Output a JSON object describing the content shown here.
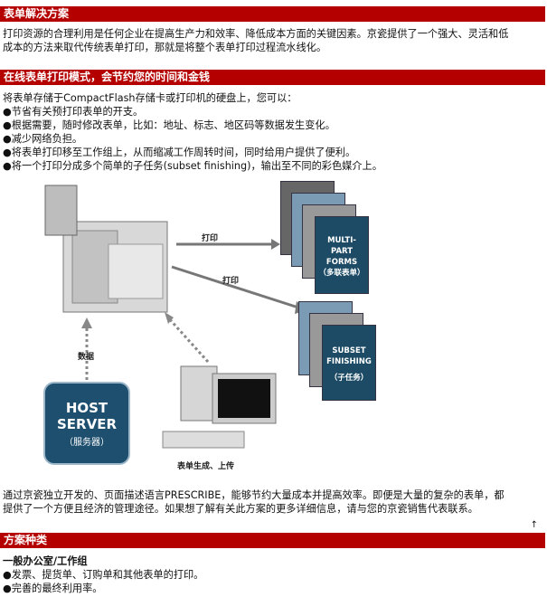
{
  "sections": {
    "s1_title": "表单解决方案",
    "s1_text": [
      "打印资源的合理利用是任何企业在提高生产力和效率、降低成本方面的关键因素。京瓷提供了一个强大、灵活和低",
      "成本的方法来取代传统表单打印，那就是将整个表单打印过程流水线化。"
    ],
    "s2_title": "在线表单打印模式，会节约您的时间和金钱",
    "s2_text": [
      "将表单存储于CompactFlash存储卡或打印机的硬盘上，您可以：",
      "●节省有关预打印表单的开支。",
      "●根据需要，随时修改表单，比如：地址、标志、地区码等数据发生变化。",
      "●减少网络负担。",
      "●将表单打印移至工作组上，从而缩减工作周转时间，同时给用户提供了便利。",
      "●将一个打印分成多个简单的子任务(subset finishing)，输出至不同的彩色媒介上。"
    ],
    "diagram": {
      "print1": "打印",
      "print2": "打印",
      "data": "数据",
      "host1": "HOST",
      "host2": "SERVER",
      "host3": "（服务器）",
      "pc_label": "表单生成、上传",
      "multi1": "MULTI-",
      "multi2": "PART",
      "multi3": "FORMS",
      "multi4": "（多联表单）",
      "subset1": "SUBSET",
      "subset2": "FINISHING",
      "subset3": "（子任务）"
    },
    "s2_after": [
      "通过京瓷独立开发的、页面描述语言PRESCRIBE，能够节约大量成本并提高效率。即便是大量的复杂的表单，都",
      "提供了一个方便且经济的管理途径。如果想了解有关此方案的更多详细信息，请与您的京瓷销售代表联系。"
    ],
    "up_arrow": "↑",
    "s3_title": "方案种类",
    "s3_sub": "一般办公室/工作组",
    "s3_text": [
      "●发票、提货单、订购单和其他表单的打印。",
      "●完善的最终利用率。"
    ]
  }
}
